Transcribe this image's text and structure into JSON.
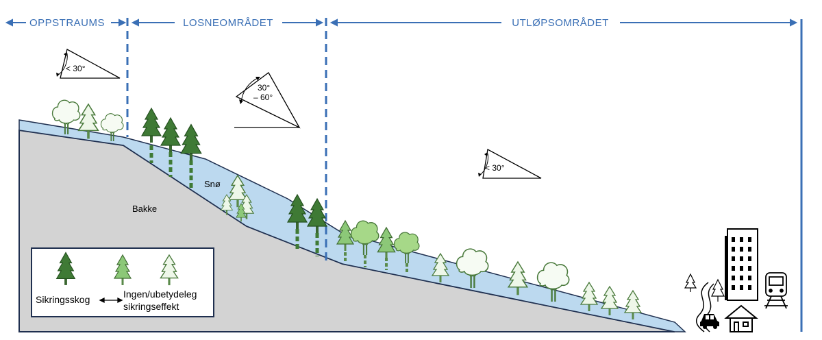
{
  "zones": {
    "upstream": "OPPSTRAUMS",
    "release": "LOSNEOMRÅDET",
    "runout": "UTLØPSOMRÅDET"
  },
  "angles": {
    "upstream": "< 30°",
    "release_top": "30°",
    "release_bottom": "– 60°",
    "runout": "< 30°"
  },
  "labels": {
    "snow": "Snø",
    "ground": "Bakke"
  },
  "legend": {
    "protective_forest": "Sikringsskog",
    "no_effect_line1": "Ingen/ubetydeleg",
    "no_effect_line2": "sikringseffekt"
  },
  "colors": {
    "zone_blue": "#3a6fb5",
    "snow": "#bcd9ef",
    "ground": "#d3d3d3",
    "dark_conifer": "#3f7a35",
    "light_conifer": "#8cc878",
    "deciduous": "#a6d888"
  }
}
